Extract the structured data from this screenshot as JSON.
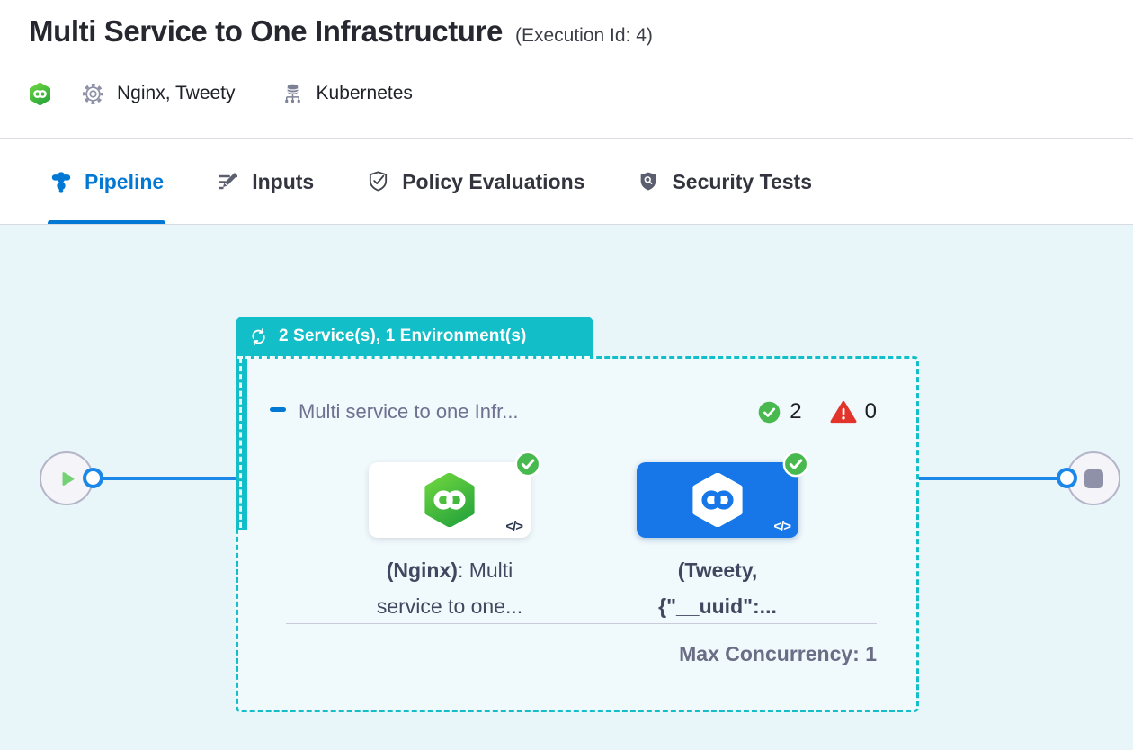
{
  "header": {
    "title": "Multi Service to One Infrastructure",
    "execution_id": "(Execution Id: 4)",
    "services": "Nginx, Tweety",
    "environment": "Kubernetes"
  },
  "tabs": [
    {
      "label": "Pipeline",
      "active": true
    },
    {
      "label": "Inputs",
      "active": false
    },
    {
      "label": "Policy Evaluations",
      "active": false
    },
    {
      "label": "Security Tests",
      "active": false
    }
  ],
  "canvas": {
    "group_badge": {
      "label": "2 Service(s), 1 Environment(s)"
    },
    "stage": {
      "title": "Multi service to one Infr...",
      "success_count": "2",
      "failed_count": "0",
      "code_glyph": "</>",
      "nodes": [
        {
          "label_bold": "(Nginx)",
          "label_rest": ": Multi",
          "label_line2": "service to one...",
          "selected": false
        },
        {
          "label_bold": "(Tweety,",
          "label_rest": "",
          "label_line2": "{\"__uuid\":...",
          "selected": true
        }
      ],
      "max_concurrency": "Max Concurrency: 1"
    }
  },
  "icons": {
    "harness_service": "hexagon-infinity",
    "gear": "gear-outline",
    "infrastructure": "server-cluster",
    "pipeline_tab": "pipe-t",
    "inputs_tab": "edit-lines-pencil",
    "policy_tab": "shield-check",
    "security_tab": "shield-magnifier",
    "loop": "cycle-arrows",
    "success": "check-circle",
    "failure": "warning-triangle",
    "collapse": "minus",
    "start": "play-circle",
    "end": "stop-circle"
  },
  "colors": {
    "teal": "#12BEC7",
    "canvas_bg": "#E8F6FA",
    "primary_blue": "#0278D5",
    "connector_blue": "#1B87E8",
    "selected_card_blue": "#1777E8",
    "success_green": "#47B94F",
    "error_red": "#E3342B",
    "harness_green": "#42B53C"
  }
}
